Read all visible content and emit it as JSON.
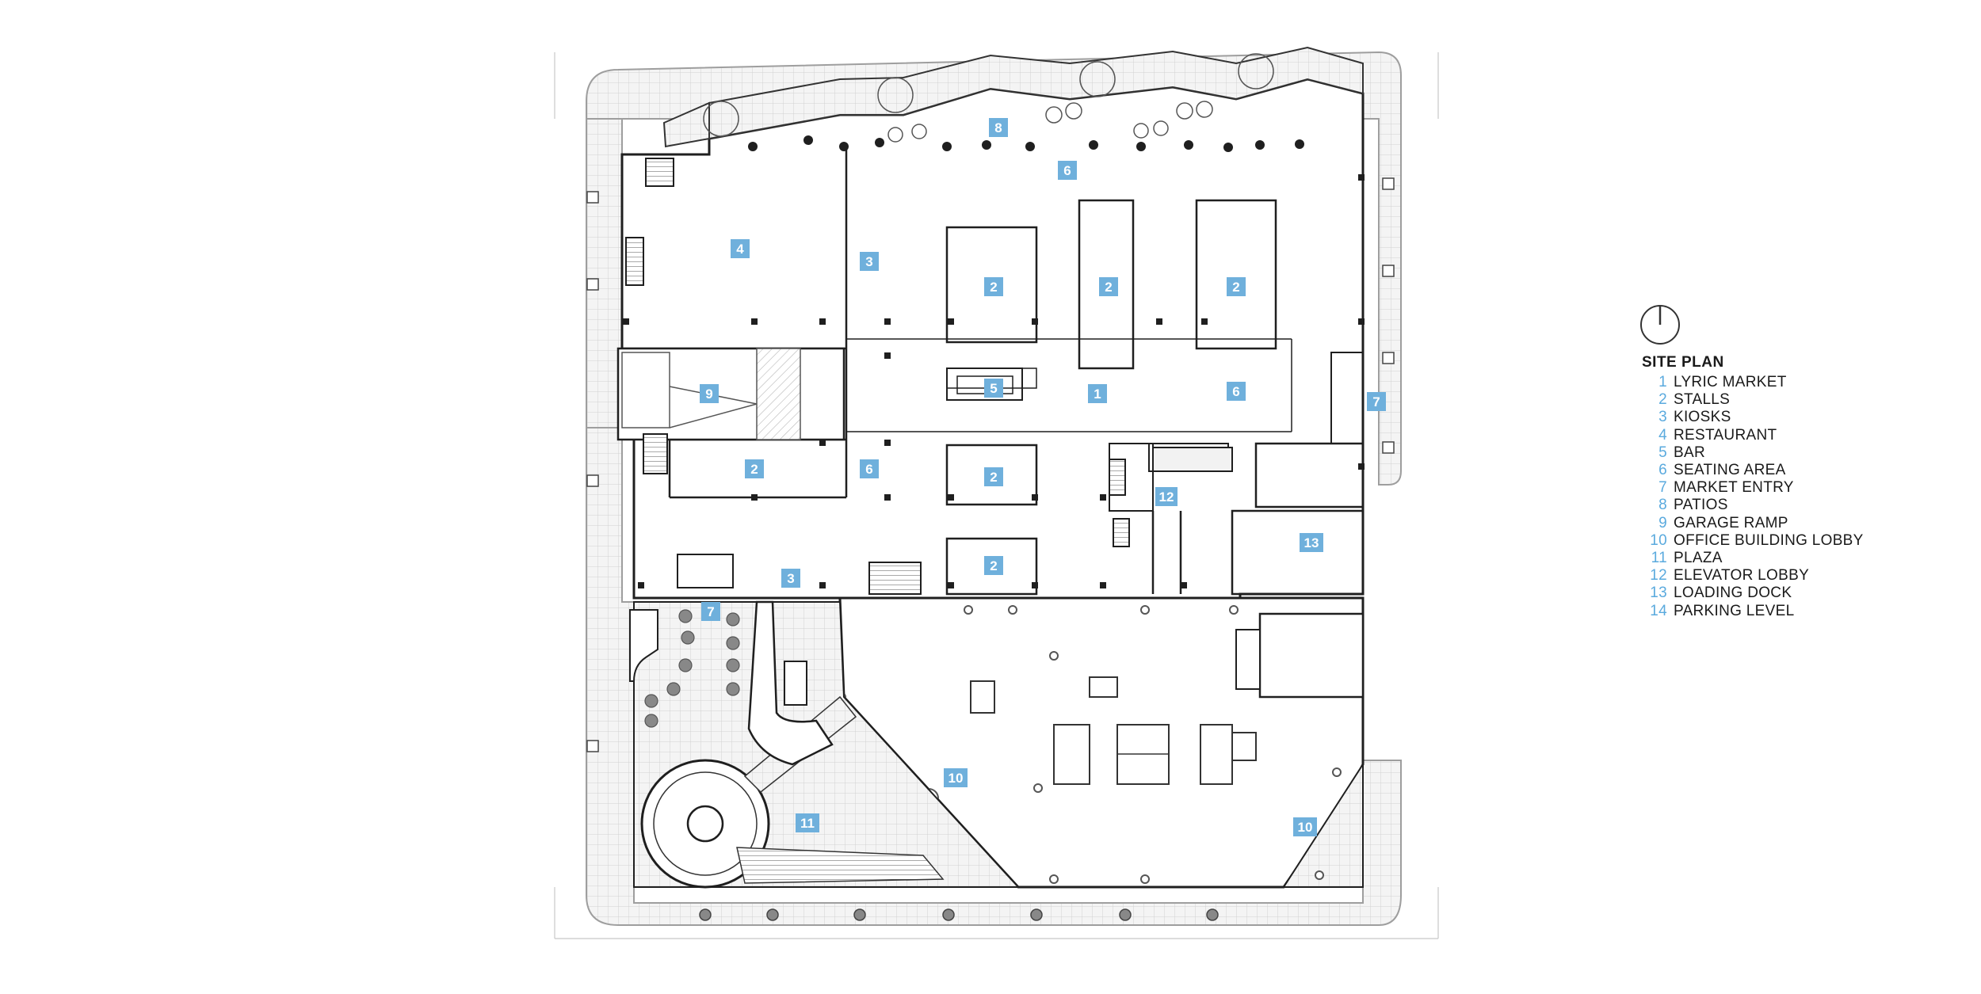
{
  "legend": {
    "title": "SITE PLAN",
    "north_icon": "north-arrow-icon",
    "items": [
      {
        "num": "1",
        "label": "LYRIC MARKET"
      },
      {
        "num": "2",
        "label": "STALLS"
      },
      {
        "num": "3",
        "label": "KIOSKS"
      },
      {
        "num": "4",
        "label": "RESTAURANT"
      },
      {
        "num": "5",
        "label": "BAR"
      },
      {
        "num": "6",
        "label": "SEATING AREA"
      },
      {
        "num": "7",
        "label": "MARKET ENTRY"
      },
      {
        "num": "8",
        "label": "PATIOS"
      },
      {
        "num": "9",
        "label": "GARAGE RAMP"
      },
      {
        "num": "10",
        "label": "OFFICE BUILDING LOBBY"
      },
      {
        "num": "11",
        "label": "PLAZA"
      },
      {
        "num": "12",
        "label": "ELEVATOR LOBBY"
      },
      {
        "num": "13",
        "label": "LOADING DOCK"
      },
      {
        "num": "14",
        "label": "PARKING LEVEL"
      }
    ]
  },
  "plan_tags": [
    "8",
    "6",
    "4",
    "3",
    "2",
    "2",
    "2",
    "9",
    "5",
    "1",
    "6",
    "7",
    "2",
    "6",
    "2",
    "12",
    "13",
    "3",
    "2",
    "7",
    "10",
    "11",
    "10"
  ],
  "colors": {
    "tag_fill": "#6fb0dc",
    "legend_number": "#5aaade",
    "line": "#1f1f1f",
    "hatch_line": "#bdbdbd",
    "paving": "#f1f1f1"
  }
}
